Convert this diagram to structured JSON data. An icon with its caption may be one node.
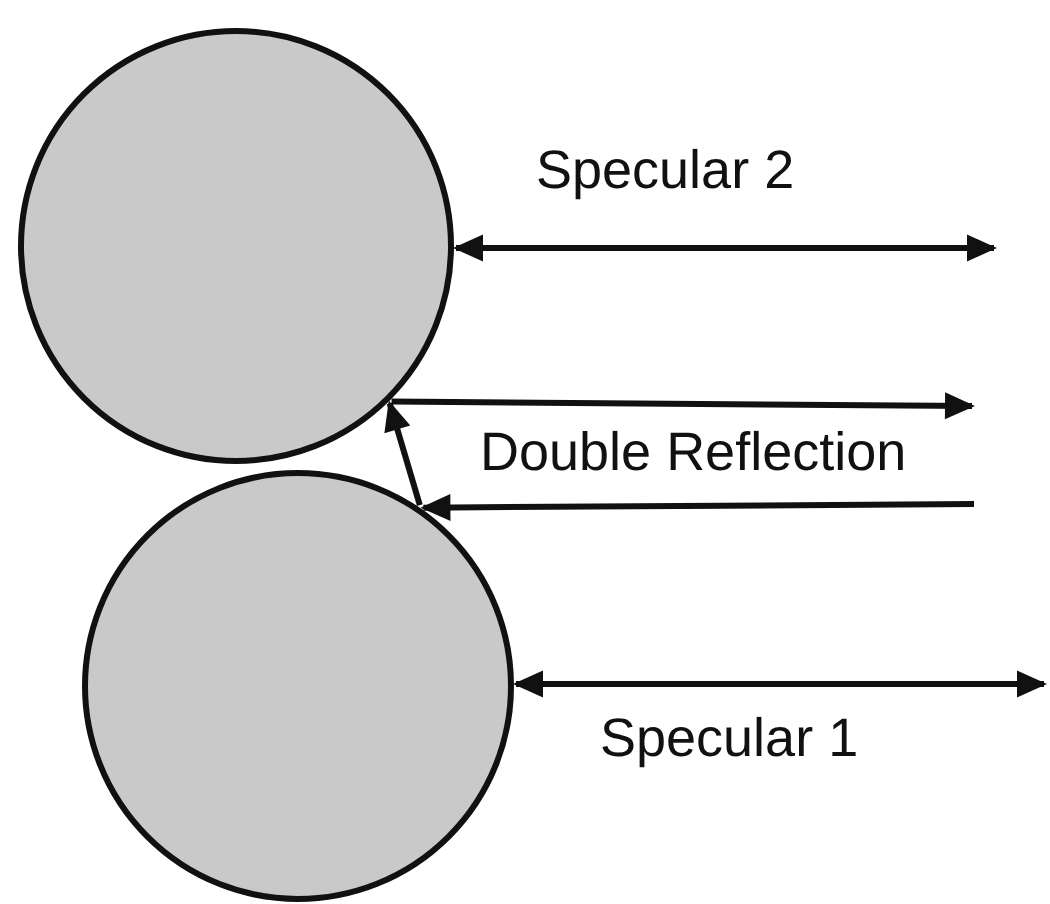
{
  "diagram": {
    "nodes": [
      {
        "text": [],
        "shape": "circle"
      },
      {
        "text": [],
        "shape": "circle"
      }
    ],
    "edges": [
      {
        "from": 0,
        "to": null,
        "arrow": "both"
      },
      {
        "from": null,
        "to": 1,
        "arrow": "to"
      },
      {
        "from": 1,
        "to": 0,
        "arrow": "to"
      },
      {
        "from": 0,
        "to": null,
        "arrow": "to"
      },
      {
        "from": 1,
        "to": null,
        "arrow": "both"
      }
    ],
    "labels": [
      "Specular 2",
      "Double Reflection",
      "Specular 1"
    ]
  }
}
